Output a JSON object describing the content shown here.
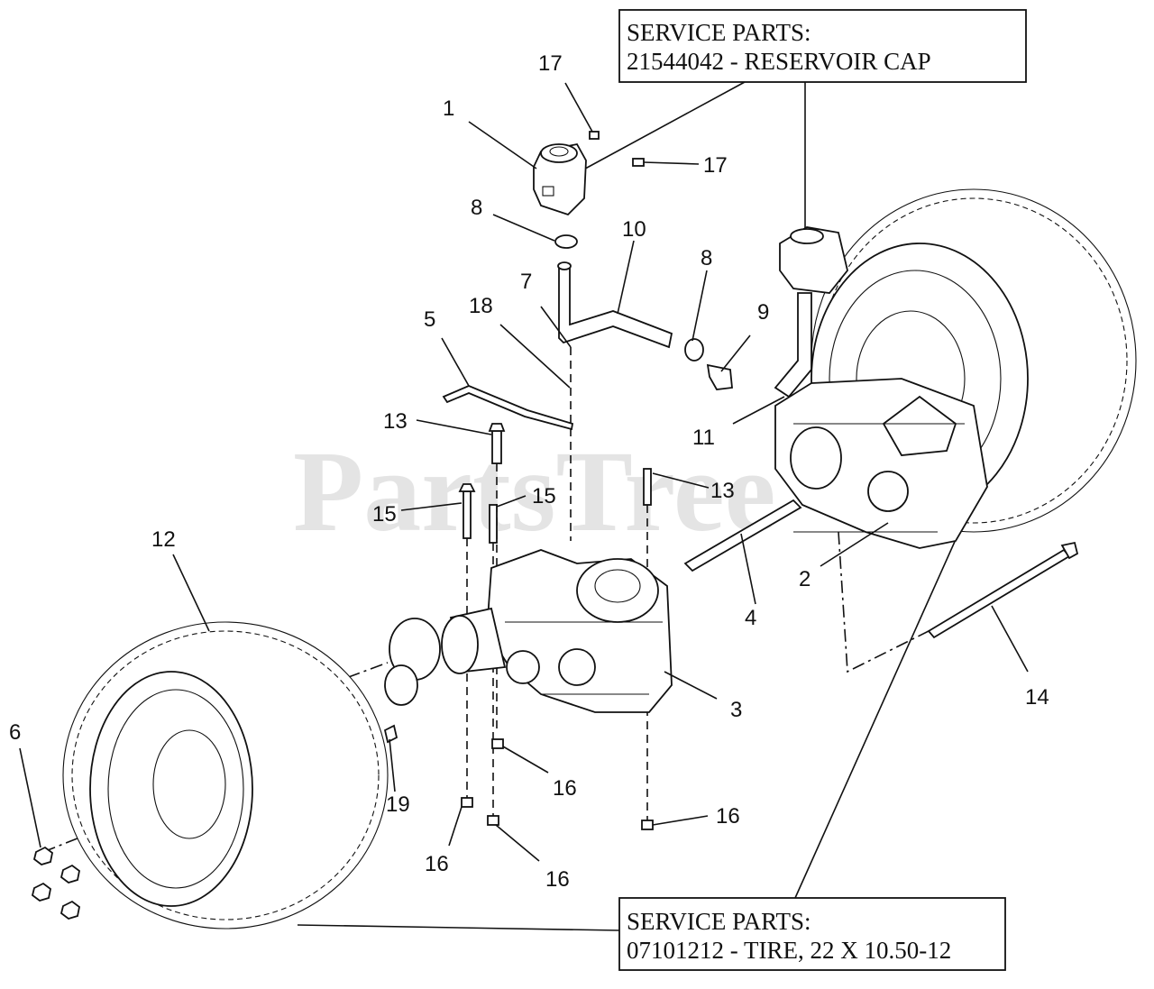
{
  "watermark": "PartsTree",
  "service_boxes": [
    {
      "line1": "SERVICE PARTS:",
      "line2": "21544042 - RESERVOIR CAP"
    },
    {
      "line1": "SERVICE PARTS:",
      "line2": "07101212 - TIRE, 22 X 10.50-12"
    }
  ],
  "callouts": [
    "17",
    "1",
    "17",
    "8",
    "10",
    "8",
    "7",
    "18",
    "5",
    "9",
    "11",
    "13",
    "13",
    "15",
    "15",
    "12",
    "2",
    "4",
    "14",
    "3",
    "6",
    "19",
    "16",
    "16",
    "16",
    "16"
  ],
  "parts": [
    "reservoir",
    "reservoir-cap",
    "fitting",
    "hose-clamp",
    "hose",
    "bracket",
    "transmission-right",
    "transmission-left",
    "tire-right",
    "tire-left",
    "rod",
    "bolt",
    "nut",
    "lug-nut",
    "wheel-hub",
    "valve-stem"
  ]
}
